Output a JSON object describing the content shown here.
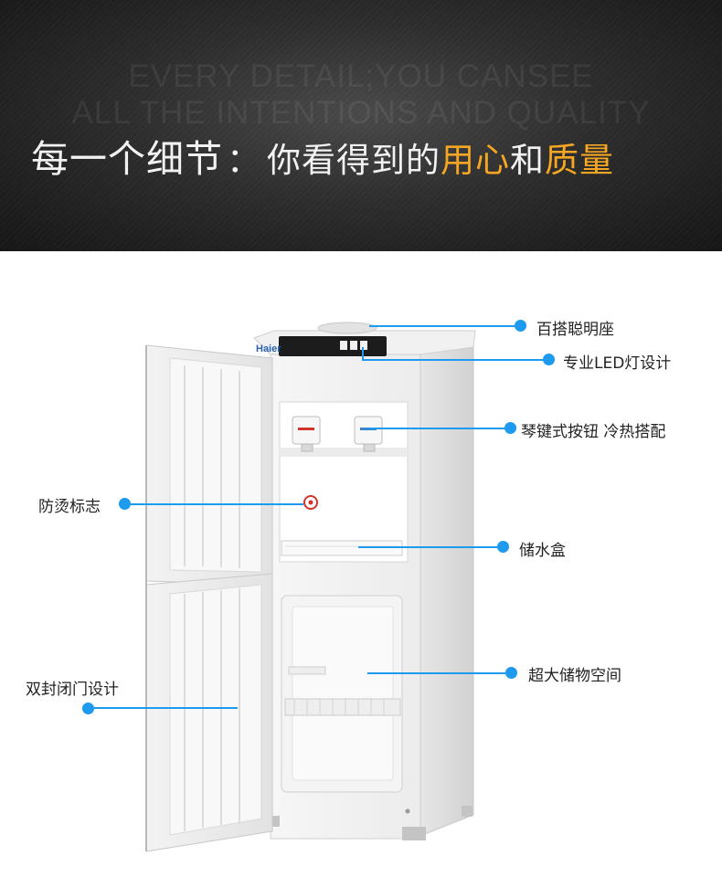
{
  "banner": {
    "en_line1": "EVERY DETAIL;YOU CANSEE",
    "en_line2": "ALL THE INTENTIONS AND QUALITY",
    "headline_part1": "每一个细节",
    "headline_sep": "：",
    "headline_part2": "你看得到的",
    "headline_highlight1": "用心",
    "headline_part3": "和",
    "headline_highlight2": "质量",
    "highlight_color": "#f5a623"
  },
  "product": {
    "brand": "Haier"
  },
  "callouts": {
    "smart_base": "百搭聪明座",
    "led_light": "专业LED灯设计",
    "piano_keys": "琴键式按钮 冷热搭配",
    "anti_scald": "防烫标志",
    "water_box": "储水盒",
    "storage_space": "超大储物空间",
    "double_seal_door": "双封闭门设计"
  },
  "colors": {
    "callout_line": "#1e9bef",
    "banner_bg": "#2e2e2e"
  }
}
